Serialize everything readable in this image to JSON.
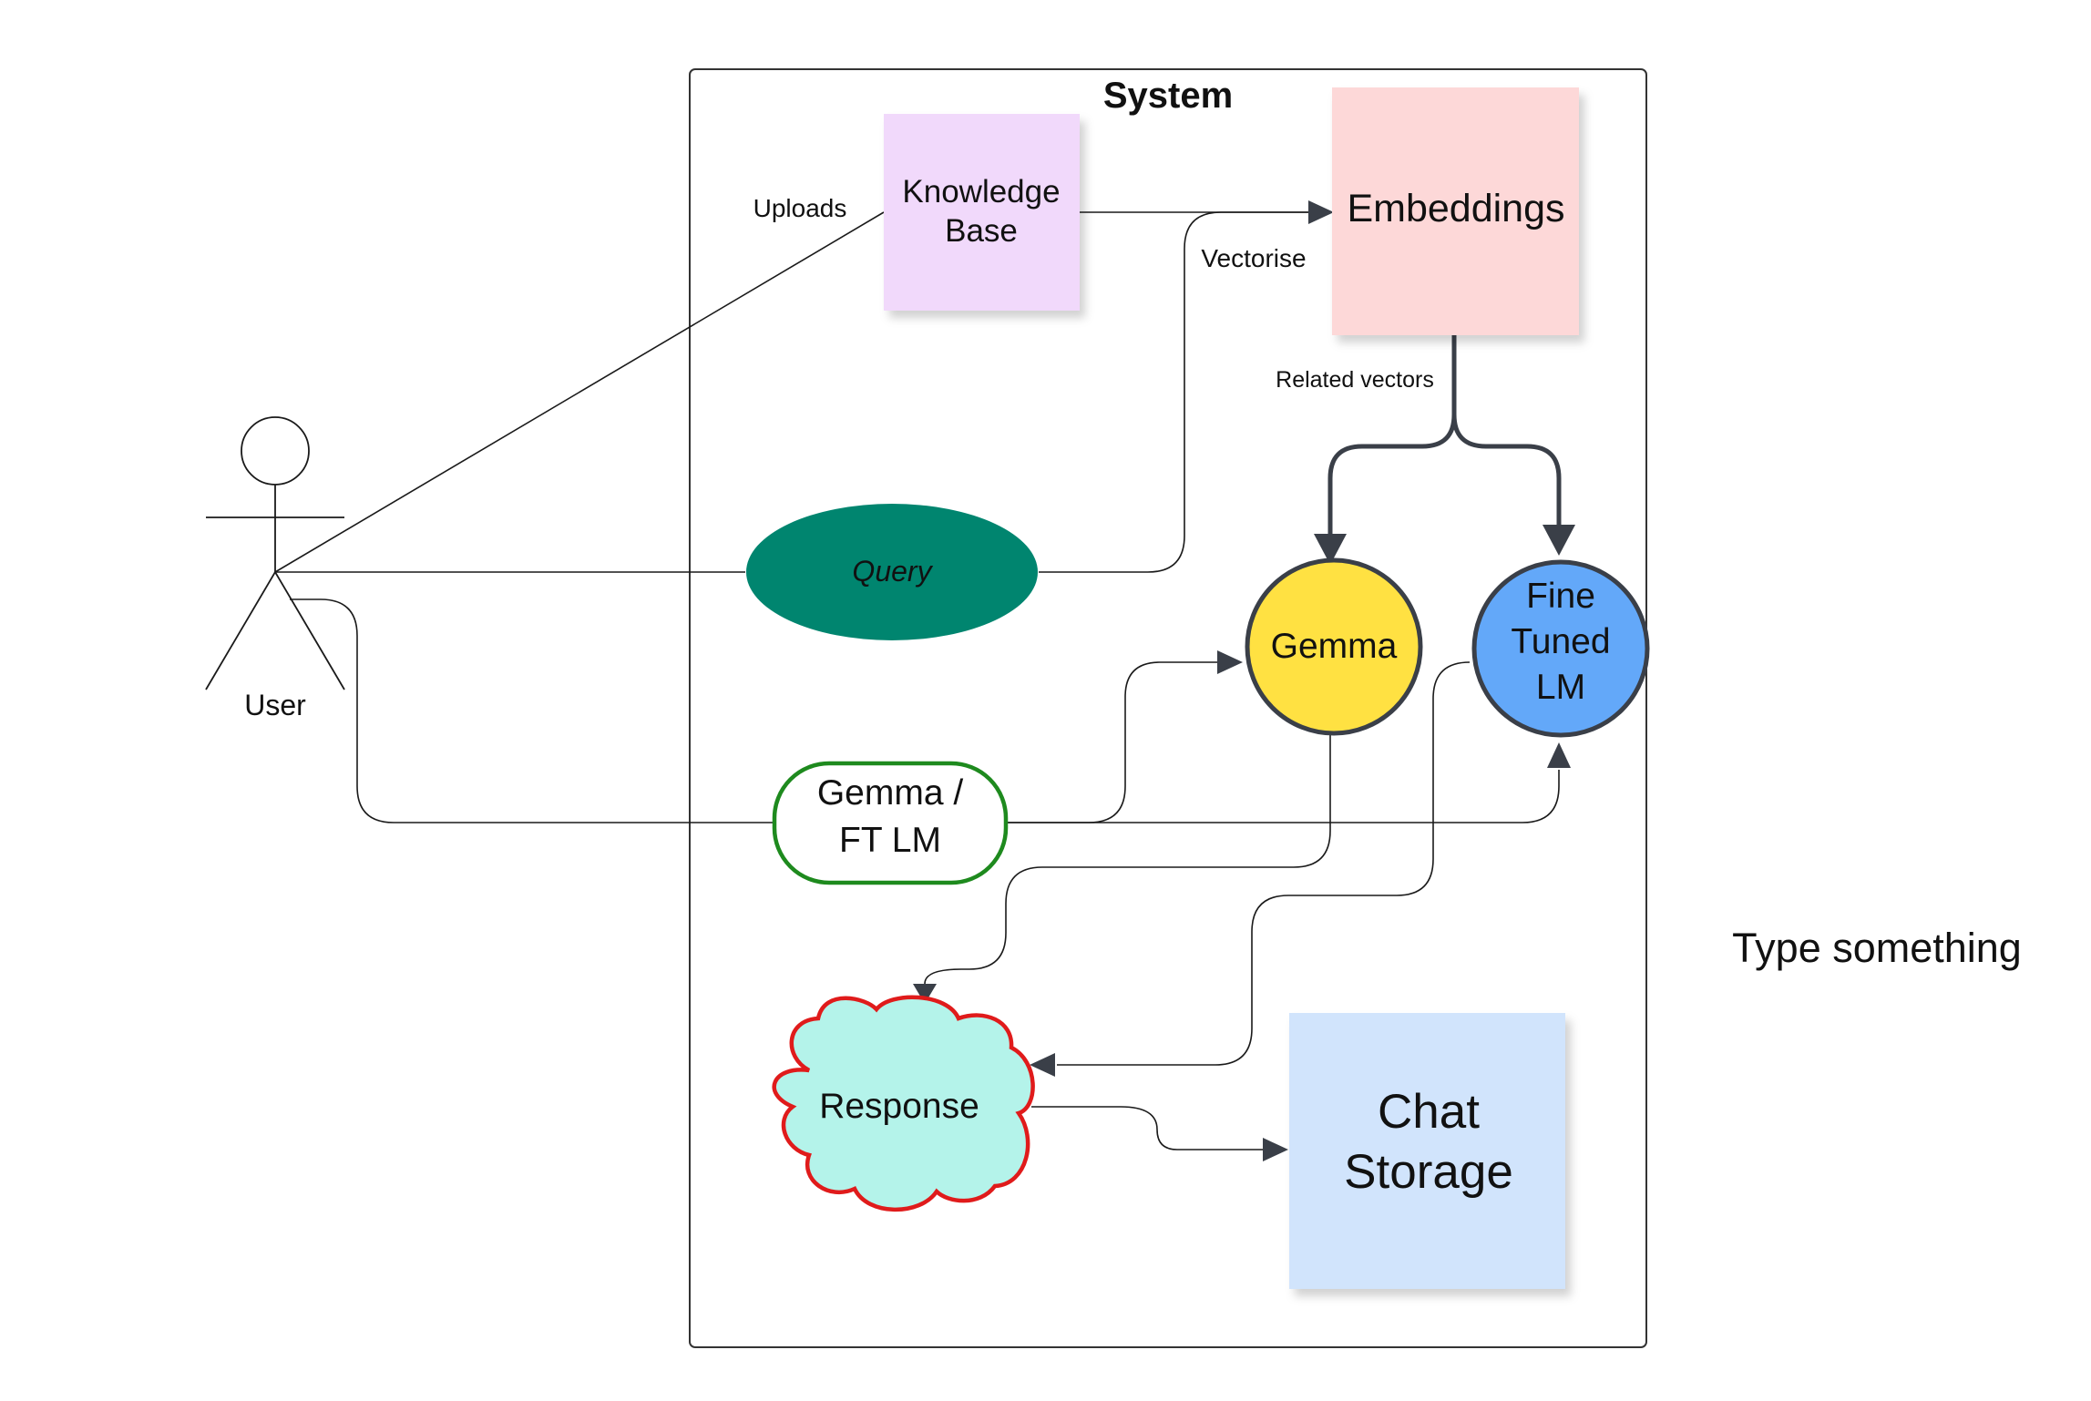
{
  "system": {
    "title": "System"
  },
  "actor": {
    "label": "User"
  },
  "nodes": {
    "knowledge_base": {
      "line1": "Knowledge",
      "line2": "Base",
      "color": "#f1d9fb"
    },
    "embeddings": {
      "label": "Embeddings",
      "color": "#fdd8d8"
    },
    "query": {
      "label": "Query",
      "color": "#00856f"
    },
    "gemma": {
      "label": "Gemma",
      "color": "#ffe142"
    },
    "fine_tuned": {
      "line1": "Fine",
      "line2": "Tuned",
      "line3": "LM",
      "color": "#63a8f9"
    },
    "model_choice": {
      "line1": "Gemma /",
      "line2": "FT LM",
      "border": "#1e8a1e"
    },
    "response": {
      "label": "Response",
      "color": "#b4f3ea",
      "border": "#e01b1b"
    },
    "chat_storage": {
      "line1": "Chat",
      "line2": "Storage",
      "color": "#d1e4fc"
    }
  },
  "edges": {
    "uploads": "Uploads",
    "vectorise": "Vectorise",
    "related_vectors": "Related vectors"
  },
  "placeholder": {
    "text": "Type something"
  }
}
